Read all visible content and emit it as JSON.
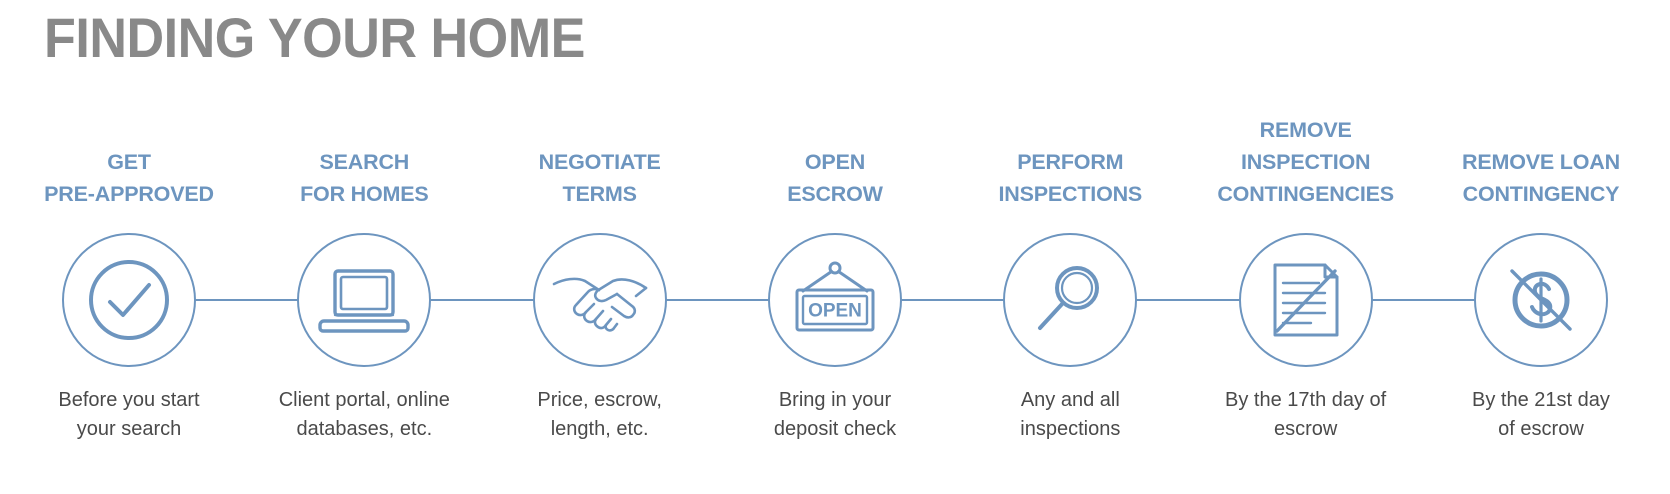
{
  "title": "FINDING YOUR HOME",
  "colors": {
    "title_gray": "#898989",
    "accent_blue": "#6d95bf",
    "caption_gray": "#4a4a4a",
    "background": "#ffffff"
  },
  "steps": [
    {
      "index": 1,
      "icon": "check-circle-icon",
      "heading_lines": [
        "GET",
        "PRE-APPROVED"
      ],
      "caption_lines": [
        "Before you start",
        "your search"
      ]
    },
    {
      "index": 2,
      "icon": "laptop-icon",
      "heading_lines": [
        "SEARCH",
        "FOR HOMES"
      ],
      "caption_lines": [
        "Client portal, online",
        "databases, etc."
      ]
    },
    {
      "index": 3,
      "icon": "handshake-icon",
      "heading_lines": [
        "NEGOTIATE",
        "TERMS"
      ],
      "caption_lines": [
        "Price, escrow,",
        "length, etc."
      ]
    },
    {
      "index": 4,
      "icon": "open-sign-icon",
      "heading_lines": [
        "OPEN",
        "ESCROW"
      ],
      "caption_lines": [
        "Bring in your",
        "deposit check"
      ]
    },
    {
      "index": 5,
      "icon": "magnifying-glass-icon",
      "heading_lines": [
        "PERFORM",
        "INSPECTIONS"
      ],
      "caption_lines": [
        "Any and all",
        "inspections"
      ]
    },
    {
      "index": 6,
      "icon": "crossed-out-document-icon",
      "heading_lines": [
        "REMOVE",
        "INSPECTION",
        "CONTINGENCIES"
      ],
      "caption_lines": [
        "By the 17th day of",
        "escrow"
      ]
    },
    {
      "index": 7,
      "icon": "crossed-out-dollar-icon",
      "heading_lines": [
        "REMOVE LOAN",
        "CONTINGENCY"
      ],
      "caption_lines": [
        "By the 21st day",
        "of escrow"
      ]
    }
  ],
  "icon_glyphs": {
    "check-circle-icon": "checkmark inside a circle",
    "laptop-icon": "open laptop computer",
    "handshake-icon": "two hands shaking",
    "open-sign-icon": "hanging shop sign reading OPEN",
    "magnifying-glass-icon": "magnifying glass",
    "crossed-out-document-icon": "lined document with diagonal strike-through",
    "crossed-out-dollar-icon": "dollar sign in circle with diagonal strike-through"
  },
  "open_sign_text": "OPEN"
}
